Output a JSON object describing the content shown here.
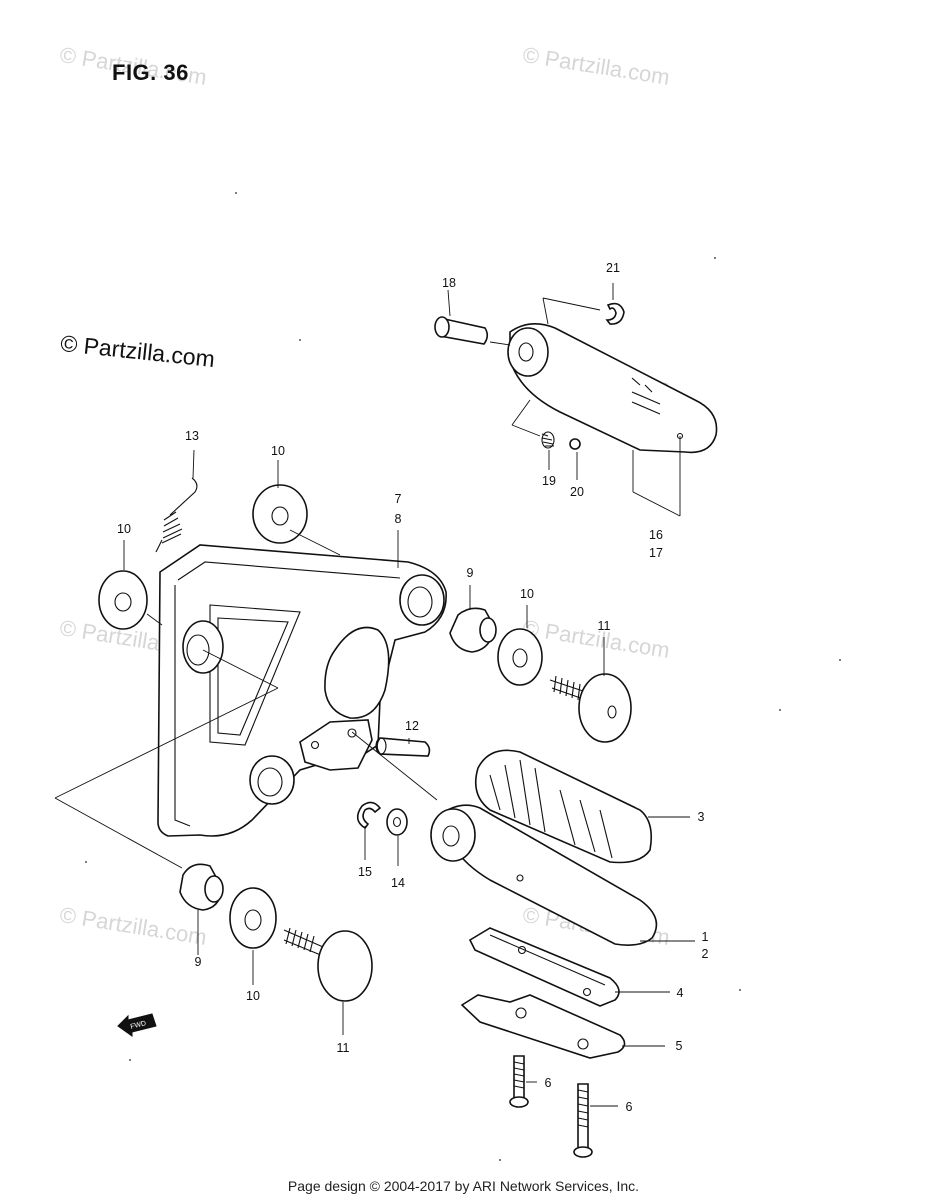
{
  "figure": {
    "title": "FIG. 36"
  },
  "watermark": {
    "text": "© Partzilla.com"
  },
  "footer": {
    "text": "Page design © 2004-2017 by ARI Network Services, Inc."
  },
  "fwd_label": "FWD",
  "callouts": {
    "c1": "1",
    "c2": "2",
    "c3": "3",
    "c4": "4",
    "c5": "5",
    "c6a": "6",
    "c6b": "6",
    "c7": "7",
    "c8": "8",
    "c9a": "9",
    "c9b": "9",
    "c10a": "10",
    "c10b": "10",
    "c10c": "10",
    "c10d": "10",
    "c11a": "11",
    "c11b": "11",
    "c12": "12",
    "c13": "13",
    "c14": "14",
    "c15": "15",
    "c16": "16",
    "c17": "17",
    "c18": "18",
    "c19": "19",
    "c20": "20",
    "c21": "21"
  }
}
